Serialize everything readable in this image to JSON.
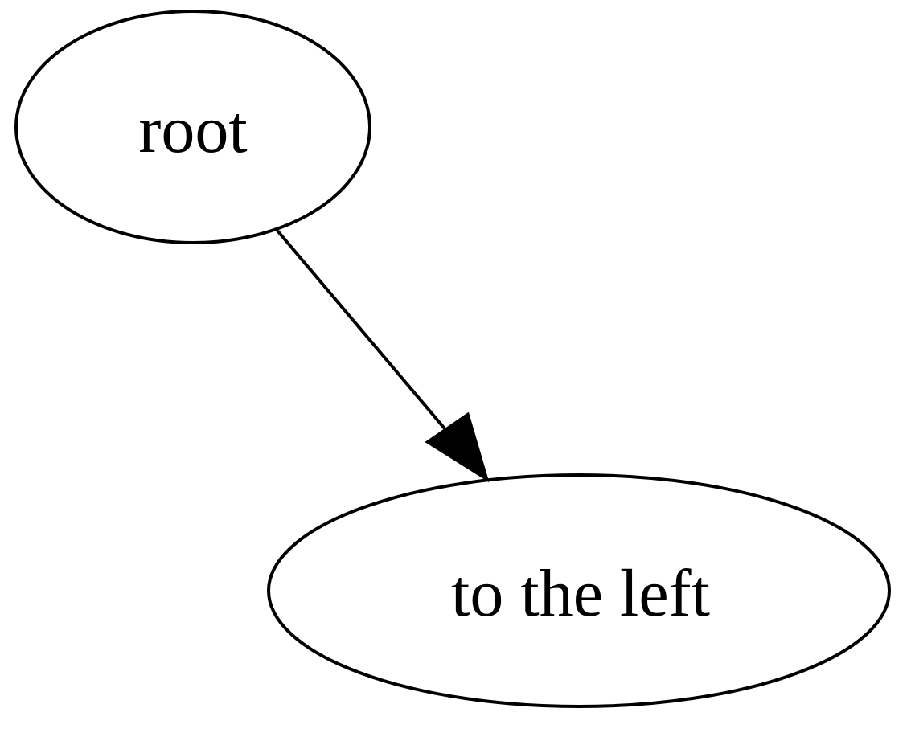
{
  "diagram": {
    "type": "directed-graph",
    "nodes": [
      {
        "id": "root",
        "label": "root"
      },
      {
        "id": "left",
        "label": "to the left"
      }
    ],
    "edges": [
      {
        "from": "root",
        "to": "left"
      }
    ],
    "colors": {
      "stroke": "#000000",
      "background": "#ffffff",
      "text": "#000000"
    }
  }
}
